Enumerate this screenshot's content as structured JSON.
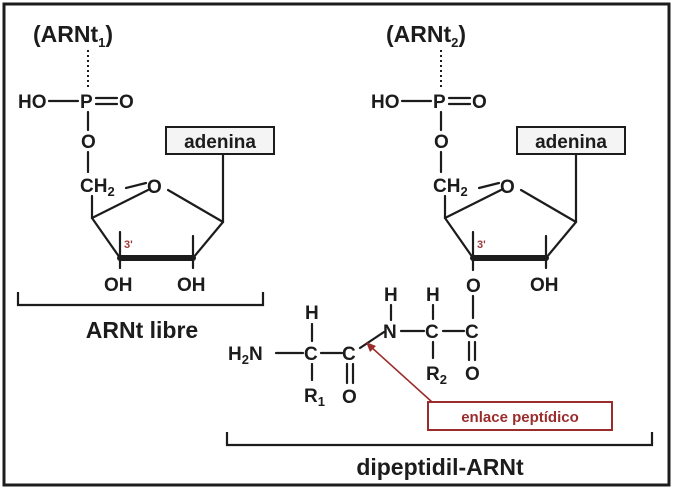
{
  "left": {
    "trna": "(ARNt",
    "trna_sub": "1",
    "trna_close": ")",
    "ho": "HO",
    "p": "P",
    "o_double": "O",
    "o_link": "O",
    "ch": "CH",
    "ch_sub": "2",
    "ring_o": "O",
    "adenina": "adenina",
    "pos3": "3'",
    "oh3": "OH",
    "oh2": "OH",
    "caption": "ARNt libre"
  },
  "right": {
    "trna": "(ARNt",
    "trna_sub": "2",
    "trna_close": ")",
    "ho": "HO",
    "p": "P",
    "o_double": "O",
    "o_link": "O",
    "ch": "CH",
    "ch_sub": "2",
    "ring_o": "O",
    "adenina": "adenina",
    "pos3": "3'",
    "oh2": "OH",
    "ester_o": "O",
    "caption": "dipeptidil-ARNt"
  },
  "peptide": {
    "h2n": "H",
    "h2n_sub": "2",
    "h2n_n": "N",
    "c1": "C",
    "h1": "H",
    "r1": "R",
    "r1_sub": "1",
    "c2": "C",
    "o2": "O",
    "h_n": "H",
    "n": "N",
    "c3": "C",
    "h3": "H",
    "r2": "R",
    "r2_sub": "2",
    "c4": "C",
    "o4": "O",
    "enlace": "enlace peptídico"
  }
}
